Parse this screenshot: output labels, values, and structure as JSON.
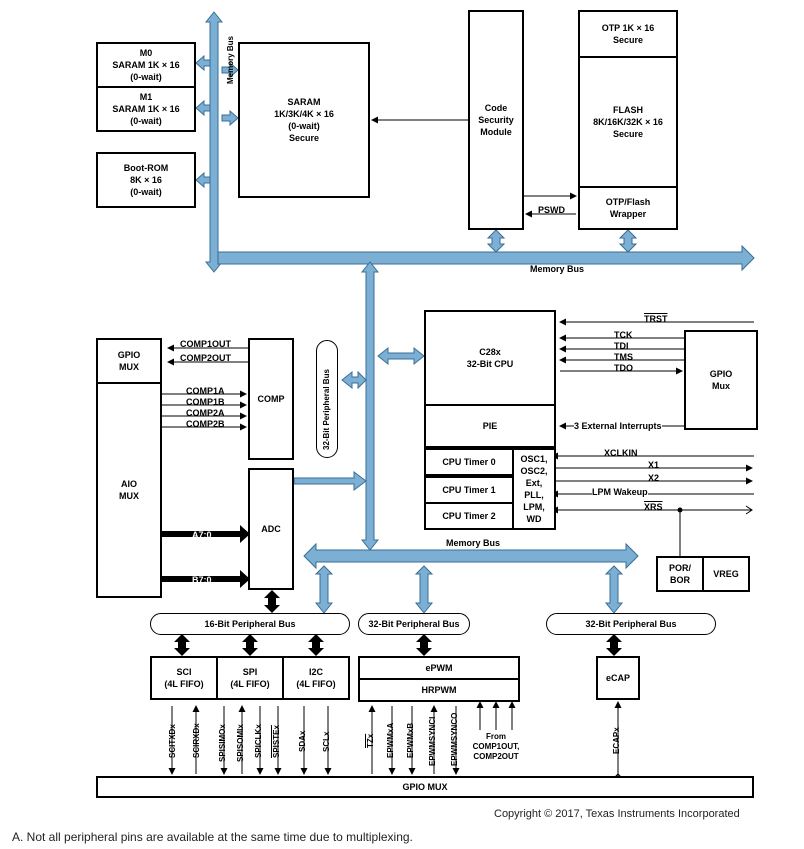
{
  "blocks": {
    "m0": "M0\nSARAM 1K × 16\n(0-wait)",
    "m1": "M1\nSARAM 1K × 16\n(0-wait)",
    "bootrom": "Boot-ROM\n8K × 16\n(0-wait)",
    "saram": "SARAM\n1K/3K/4K × 16\n(0-wait)\nSecure",
    "csm": "Code\nSecurity\nModule",
    "otp": "OTP 1K × 16\nSecure",
    "flash": "FLASH\n8K/16K/32K × 16\nSecure",
    "otpwrap": "OTP/Flash\nWrapper",
    "gpiomux_left": "GPIO\nMUX",
    "aiomux": "AIO\nMUX",
    "comp": "COMP",
    "adc": "ADC",
    "cpu": "C28x\n32-Bit CPU",
    "pie": "PIE",
    "timer0": "CPU Timer 0",
    "timer1": "CPU Timer 1",
    "timer2": "CPU Timer 2",
    "osc": "OSC1,\nOSC2,\nExt,\nPLL,\nLPM,\nWD",
    "gpiomux_right": "GPIO\nMux",
    "porbor": "POR/\nBOR",
    "vreg": "VREG",
    "sci": "SCI\n(4L FIFO)",
    "spi": "SPI\n(4L FIFO)",
    "i2c": "I2C\n(4L FIFO)",
    "epwm": "ePWM",
    "hrpwm": "HRPWM",
    "ecap": "eCAP",
    "gpiomux_bottom": "GPIO MUX"
  },
  "buses": {
    "memory_bus_vertical": "Memory Bus",
    "memory_bus_top": "Memory Bus",
    "memory_bus_middle": "Memory Bus",
    "periph32_vertical": "32-Bit Peripheral Bus",
    "periph16": "16-Bit Peripheral Bus",
    "periph32_a": "32-Bit Peripheral Bus",
    "periph32_b": "32-Bit Peripheral Bus"
  },
  "signals": {
    "comp1out": "COMP1OUT",
    "comp2out": "COMP2OUT",
    "comp1a": "COMP1A",
    "comp1b": "COMP1B",
    "comp2a": "COMP2A",
    "comp2b": "COMP2B",
    "a70": "A7:0",
    "b70": "B7:0",
    "pswd": "PSWD",
    "trst": "TRST",
    "tck": "TCK",
    "tdi": "TDI",
    "tms": "TMS",
    "tdo": "TDO",
    "ext_int": "3 External Interrupts",
    "xclkin": "XCLKIN",
    "x1": "X1",
    "x2": "X2",
    "lpm_wakeup": "LPM Wakeup",
    "xrs": "XRS",
    "scitxd": "SCITXDx",
    "scirxd": "SCIRXDx",
    "spisimo": "SPISIMOx",
    "spisomi": "SPISOMIx",
    "spiclk": "SPICLKx",
    "spiste": "SPISTEx",
    "sda": "SDAx",
    "scl": "SCLx",
    "tz": "TZx",
    "epwma": "EPWMxA",
    "epwmb": "EPWMxB",
    "epwmsynci": "EPWMSYNCI",
    "epwmsynco": "EPWMSYNCO",
    "from_comp": "From\nCOMP1OUT,\nCOMP2OUT",
    "ecapx": "ECAPx"
  },
  "copyright": "Copyright © 2017, Texas Instruments Incorporated",
  "footnote": "A.   Not all peripheral pins are available at the same time due to multiplexing.",
  "colors": {
    "bus": "#7bafd4",
    "bus_stroke": "#3a6e95",
    "line": "#000000",
    "block_border": "#000000"
  }
}
